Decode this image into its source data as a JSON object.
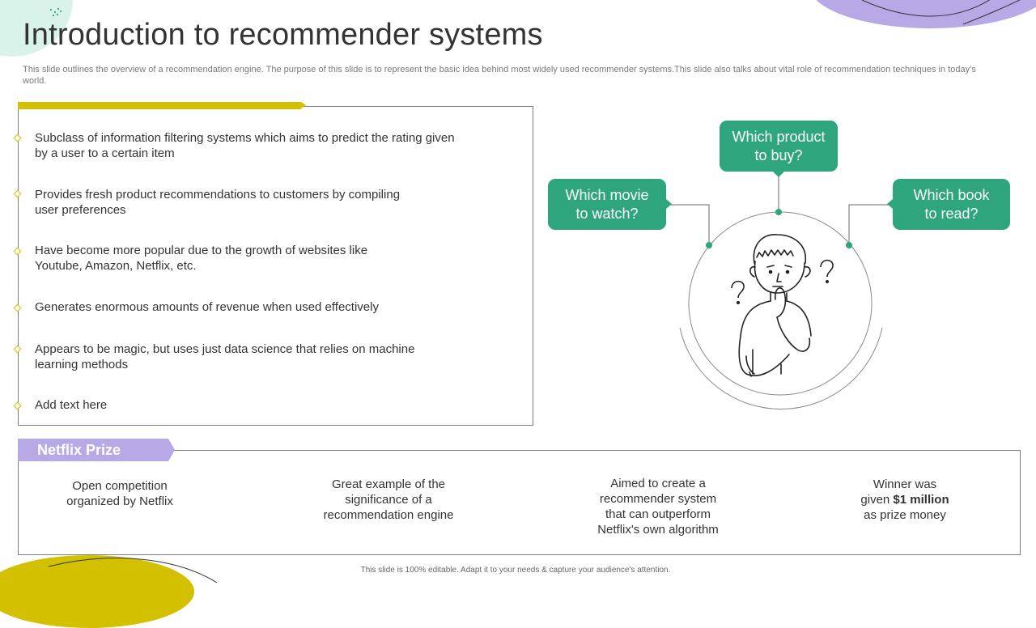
{
  "header": {
    "title": "Introduction to recommender systems",
    "description": "This slide outlines the overview of a recommendation engine. The purpose of this slide is to represent the basic idea behind most widely used recommender systems.This slide also talks about vital role of recommendation techniques in today’s world."
  },
  "bullets": [
    {
      "line1": "Subclass of information filtering systems which aims to predict the rating given",
      "line2": "by a user to a certain item"
    },
    {
      "line1": "Provides fresh product recommendations to customers by compiling",
      "line2": "user preferences"
    },
    {
      "line1": "Have become more popular due to the growth of websites like",
      "line2": "Youtube, Amazon, Netflix, etc."
    },
    {
      "line1": "Generates enormous amounts of revenue when used effectively",
      "line2": ""
    },
    {
      "line1": "Appears to be magic, but uses just data science that relies on machine",
      "line2": "learning methods"
    },
    {
      "line1": "Add text here",
      "line2": ""
    }
  ],
  "callouts": {
    "movie": {
      "line1": "Which movie",
      "line2": "to watch?"
    },
    "product": {
      "line1": "Which product",
      "line2": "to buy?"
    },
    "book": {
      "line1": "Which book",
      "line2": "to read?"
    }
  },
  "prize": {
    "heading": "Netflix Prize",
    "items": [
      {
        "lines": [
          "Open competition",
          "organized by Netflix"
        ]
      },
      {
        "lines": [
          "Great example of the",
          "significance of a",
          "recommendation engine"
        ]
      },
      {
        "lines": [
          "Aimed to create a",
          "recommender system",
          "that can outperform",
          "Netflix's own algorithm"
        ]
      },
      {
        "line1": "Winner was",
        "line2_prefix": "given ",
        "line2_bold": "$1 million",
        "line3": "as prize money"
      }
    ]
  },
  "footer": {
    "text": "This slide is 100% editable.  Adapt it to your needs & capture your audience's attention."
  },
  "colors": {
    "accent_green": "#2ea57d",
    "accent_yellow": "#d3c000",
    "accent_purple": "#b7a9e6"
  },
  "icons": {
    "illustration": "thinking-person-icon"
  }
}
